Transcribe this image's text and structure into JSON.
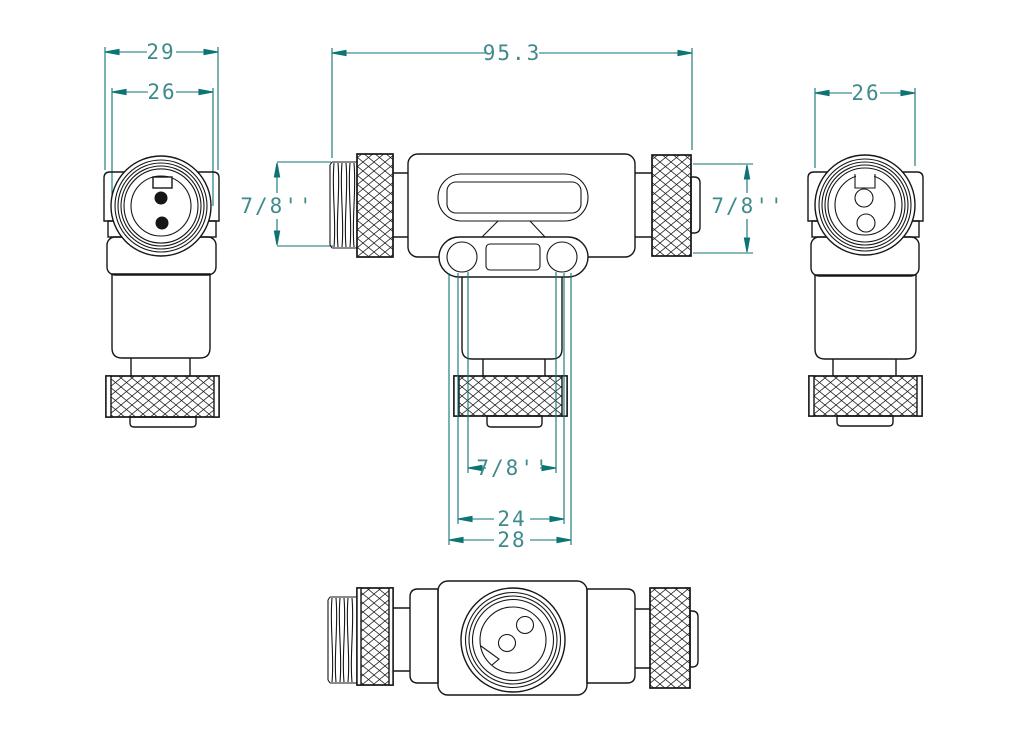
{
  "drawing": {
    "title": "7/8 inch T-connector technical drawing",
    "background": "#ffffff",
    "line_color": "#161616",
    "dimension_line_color": "#0d7474",
    "dimension_text_color": "#3f8a8a",
    "views": {
      "side_left": {
        "name": "left-side-view-male-face",
        "dim_flange_width": "29",
        "dim_coupling_width": "26"
      },
      "front": {
        "name": "front-view-t-body",
        "dim_overall_length": "95.3",
        "dim_left_thread": "7/8''",
        "dim_right_thread": "7/8''",
        "dim_branch_thread": "7/8''",
        "dim_branch_nut": "24",
        "dim_branch_body": "28"
      },
      "side_right": {
        "name": "right-side-view-female-face",
        "dim_coupling_width": "26"
      },
      "bottom": {
        "name": "bottom-view-socket-face"
      }
    }
  }
}
